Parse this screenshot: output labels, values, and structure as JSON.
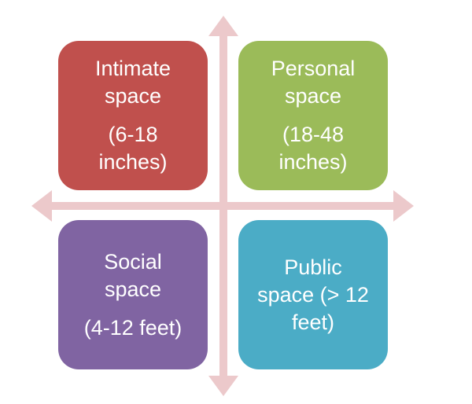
{
  "colors": {
    "arrow": "#ecc9cb",
    "intimate": "#c0504d",
    "personal": "#9bbb59",
    "social": "#8064a2",
    "public": "#4bacc6"
  },
  "quadrants": {
    "intimate": {
      "name_line1": "Intimate",
      "name_line2": "space",
      "range_line1": "(6-18",
      "range_line2": "inches)"
    },
    "personal": {
      "name_line1": "Personal",
      "name_line2": "space",
      "range_line1": "(18-48",
      "range_line2": "inches)"
    },
    "social": {
      "name_line1": "Social",
      "name_line2": "space",
      "range_line1": "(4-12 feet)"
    },
    "public": {
      "name_line1": "Public",
      "name_line2": "space (> 12",
      "range_line1": "feet)"
    }
  }
}
